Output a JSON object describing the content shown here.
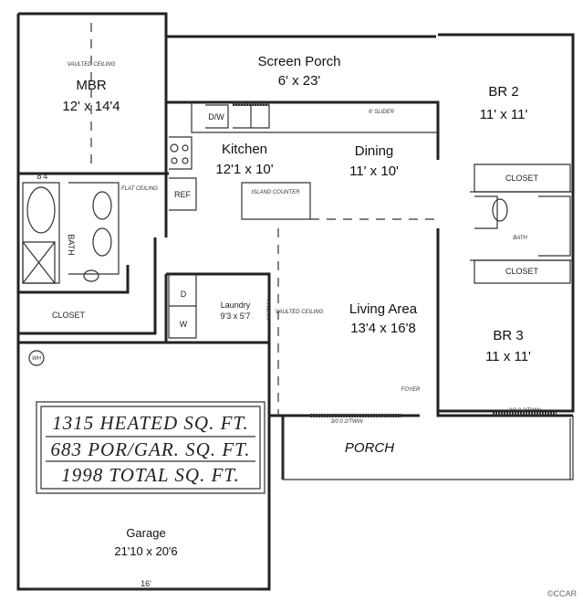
{
  "rooms": {
    "mbr": {
      "name": "MBR",
      "size": "12' x 14'4",
      "note": "VAULTED CEILING"
    },
    "screen_porch": {
      "name": "Screen Porch",
      "size": "6' x 23'"
    },
    "kitchen": {
      "name": "Kitchen",
      "size": "12'1 x 10'"
    },
    "dining": {
      "name": "Dining",
      "size": "11' x 10'"
    },
    "br2": {
      "name": "BR 2",
      "size": "11' x 11'"
    },
    "br3": {
      "name": "BR 3",
      "size": "11 x 11'"
    },
    "living": {
      "name": "Living Area",
      "size": "13'4 x 16'8",
      "note": "VAULTED CEILING"
    },
    "laundry": {
      "name": "Laundry",
      "size": "9'3 x 5'7"
    },
    "garage": {
      "name": "Garage",
      "size": "21'10 x 20'6",
      "door_width": "16'"
    },
    "porch": {
      "name": "PORCH"
    }
  },
  "labels": {
    "dw": "D/W",
    "ref": "REF",
    "island": "ISLAND COUNTER",
    "flat_ceiling": "FLAT CEILING",
    "mbr_width": "8'4\"",
    "slider": "6' SLIDER",
    "closet": "CLOSET",
    "bath": "BATH",
    "pantry": "PANTRY",
    "foyer": "FOYER",
    "window": "3/0 0 2/TWIN",
    "washer": "W",
    "dryer": "D",
    "wh": "WH"
  },
  "summary": [
    "1315 HEATED SQ. FT.",
    "683 POR/GAR. SQ. FT.",
    "1998 TOTAL SQ. FT."
  ],
  "watermark": "©CCAR"
}
